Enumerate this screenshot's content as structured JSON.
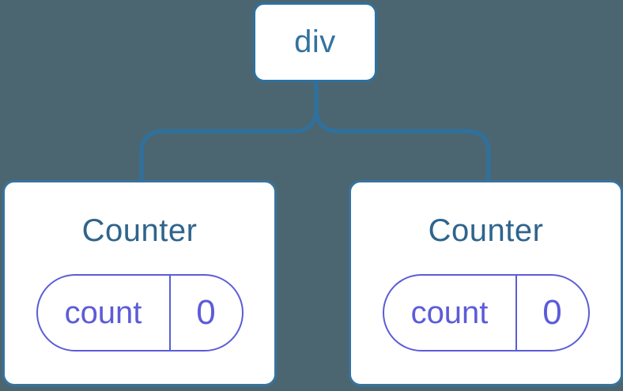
{
  "diagram": {
    "type": "component-tree",
    "colors": {
      "background": "#4c6671",
      "node_fill": "#ffffff",
      "connector_blue": "#2e719f",
      "node_border_blue": "#38739e",
      "root_label_blue": "#3373a0",
      "card_title_blue": "#2f648c",
      "state_purple": "#5c5cd8"
    },
    "root": {
      "label": "div"
    },
    "children": [
      {
        "title": "Counter",
        "state": [
          {
            "key": "count",
            "value": "0"
          }
        ]
      },
      {
        "title": "Counter",
        "state": [
          {
            "key": "count",
            "value": "0"
          }
        ]
      }
    ]
  }
}
